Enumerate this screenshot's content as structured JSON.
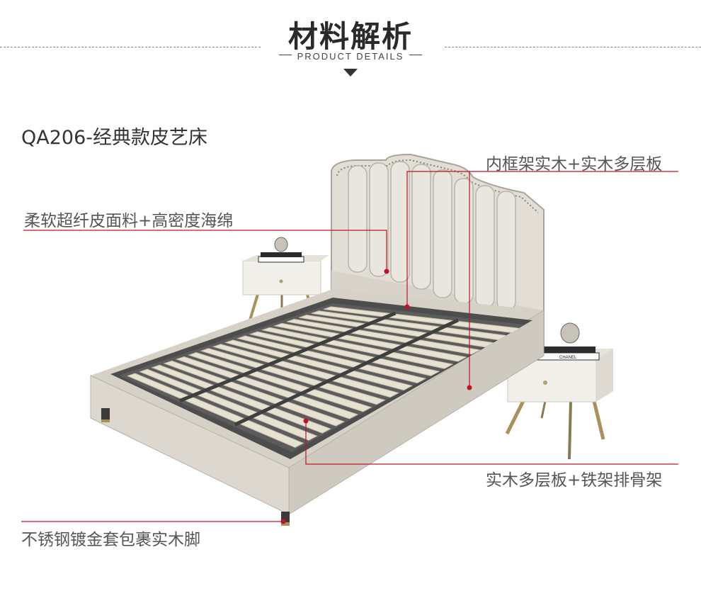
{
  "header": {
    "title": "材料解析",
    "subtitle": "PRODUCT DETAILS"
  },
  "product": {
    "model": "QA206-经典款皮艺床"
  },
  "annotations": {
    "frame": "内框架实木+实木多层板",
    "leather": "柔软超纤皮面料+高密度海绵",
    "slats": "实木多层板+铁架排骨架",
    "legs": "不锈钢镀金套包裹实木脚"
  },
  "colors": {
    "accent_line": "#c0122a",
    "upholstery": "#dcd8cf",
    "slat": "#e7e1d2",
    "frame_dark": "#4d4d4d",
    "gold_leg": "#a8925c"
  },
  "decor": {
    "book_label": "CHANEL"
  }
}
